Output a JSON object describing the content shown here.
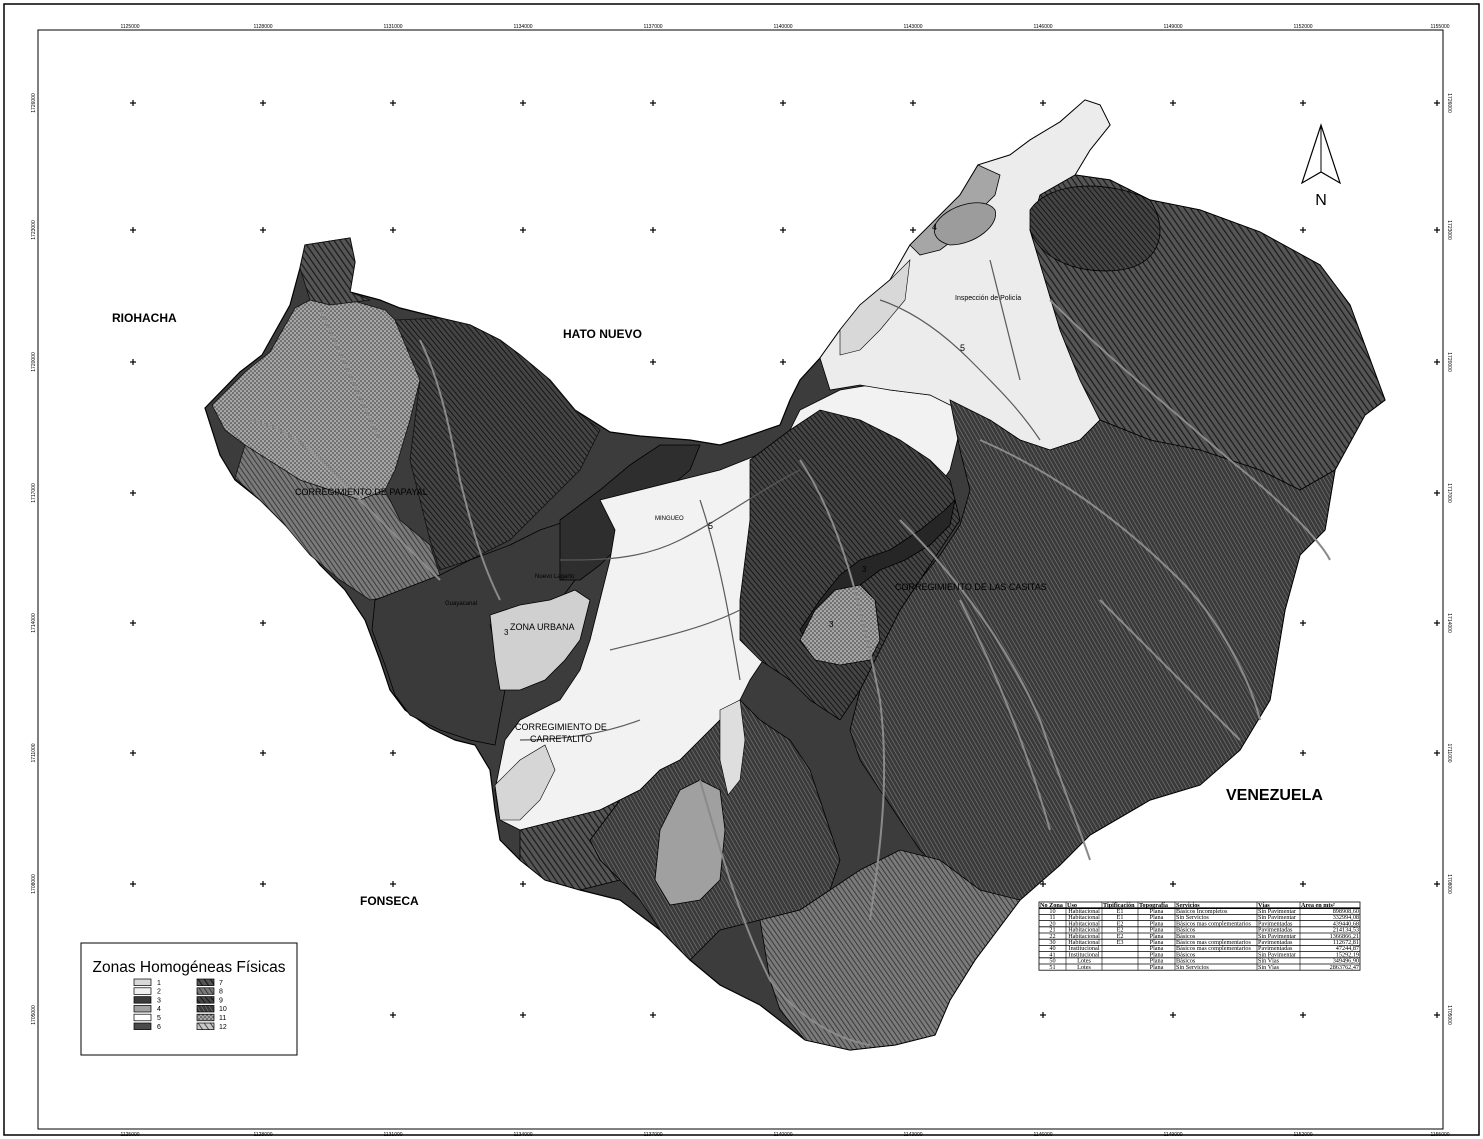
{
  "map": {
    "neighbors": {
      "riohacha": "RIOHACHA",
      "hato_nuevo": "HATO NUEVO",
      "venezuela": "VENEZUELA",
      "fonseca": "FONSECA"
    },
    "north_label": "N",
    "zone_numbers": {
      "z4": "4",
      "z5_north": "5",
      "z5_center": "5",
      "z3_east": "3",
      "z3_mid": "3",
      "z3_west": "3"
    },
    "place_labels": {
      "papayal": "CORREGIMIENTO DE PAPAYAL",
      "guayacanal": "Guayacanal",
      "zona_urbana": "ZONA URBANA",
      "nuevo_lagarto": "Nuevo Lagarto",
      "caracoli_line1": "CORREGIMIENTO DE",
      "caracoli_line2": "CARRETALITO",
      "policia": "Inspección de Policía",
      "las_casitas": "CORREGIMIENTO DE LAS CASITAS",
      "barrancas_mid": "MINGUEO"
    }
  },
  "legend": {
    "title": "Zonas Homogéneas Físicas",
    "left_items": [
      "1",
      "2",
      "3",
      "4",
      "5",
      "6"
    ],
    "right_items": [
      "7",
      "8",
      "9",
      "10",
      "11",
      "12"
    ]
  },
  "zone_table": {
    "headers": [
      "No Zona",
      "Uso",
      "Tipificación",
      "Topografía",
      "Servicios",
      "Vías",
      "Área en mts²"
    ],
    "rows": [
      [
        "10",
        "Habitacional",
        "E1",
        "Plana",
        "Básicos Incompletos",
        "Sin Pavimentar",
        "898908,60"
      ],
      [
        "11",
        "Habitacional",
        "E1",
        "Plana",
        "Sin Servicios",
        "Sin Pavimentar",
        "332994,08"
      ],
      [
        "20",
        "Habitacional",
        "E2",
        "Plana",
        "Básicos mas complementarios",
        "Pavimentadas",
        "439440,68"
      ],
      [
        "21",
        "Habitacional",
        "E2",
        "Plana",
        "Básicos",
        "Pavimentadas",
        "214134,53"
      ],
      [
        "22",
        "Habitacional",
        "E2",
        "Plana",
        "Básicos",
        "Sin Pavimentar",
        "1366866,21"
      ],
      [
        "30",
        "Habitacional",
        "E3",
        "Plana",
        "Básicos mas complementarios",
        "Pavimentadas",
        "112672,81"
      ],
      [
        "40",
        "Institucional",
        "",
        "Plana",
        "Básicos mas complementarios",
        "Pavimentadas",
        "47244,87"
      ],
      [
        "41",
        "Institucional",
        "",
        "Plana",
        "Básicos",
        "Sin Pavimentar",
        "15292,19"
      ],
      [
        "50",
        "Lotes",
        "",
        "Plana",
        "Básicos",
        "Sin Vías",
        "349496,90"
      ],
      [
        "51",
        "Lotes",
        "",
        "Plana",
        "Sin Servicios",
        "Sin Vías",
        "2863762,47"
      ]
    ]
  },
  "grid": {
    "top_ticks": [
      "1125000",
      "1128000",
      "1131000",
      "1134000",
      "1137000",
      "1140000",
      "1143000",
      "1146000",
      "1149000",
      "1152000",
      "1155000"
    ],
    "bottom_ticks": [
      "1125000",
      "1128000",
      "1131000",
      "1134000",
      "1137000",
      "1140000",
      "1143000",
      "1146000",
      "1149000",
      "1152000",
      "1155000"
    ],
    "left_ticks": [
      "1726000",
      "1723000",
      "1720000",
      "1717000",
      "1714000",
      "1711000",
      "1708000",
      "1705000"
    ],
    "right_ticks": [
      "1726000",
      "1723000",
      "1720000",
      "1717000",
      "1714000",
      "1711000",
      "1708000",
      "1705000"
    ]
  },
  "colors": {
    "zone_1": "#d8d8d8",
    "zone_2": "#f0f0f0",
    "zone_3": "#3a3a3a",
    "zone_4": "#a0a0a0",
    "zone_5": "#ffffff",
    "zone_6": "#4a4a4a"
  }
}
